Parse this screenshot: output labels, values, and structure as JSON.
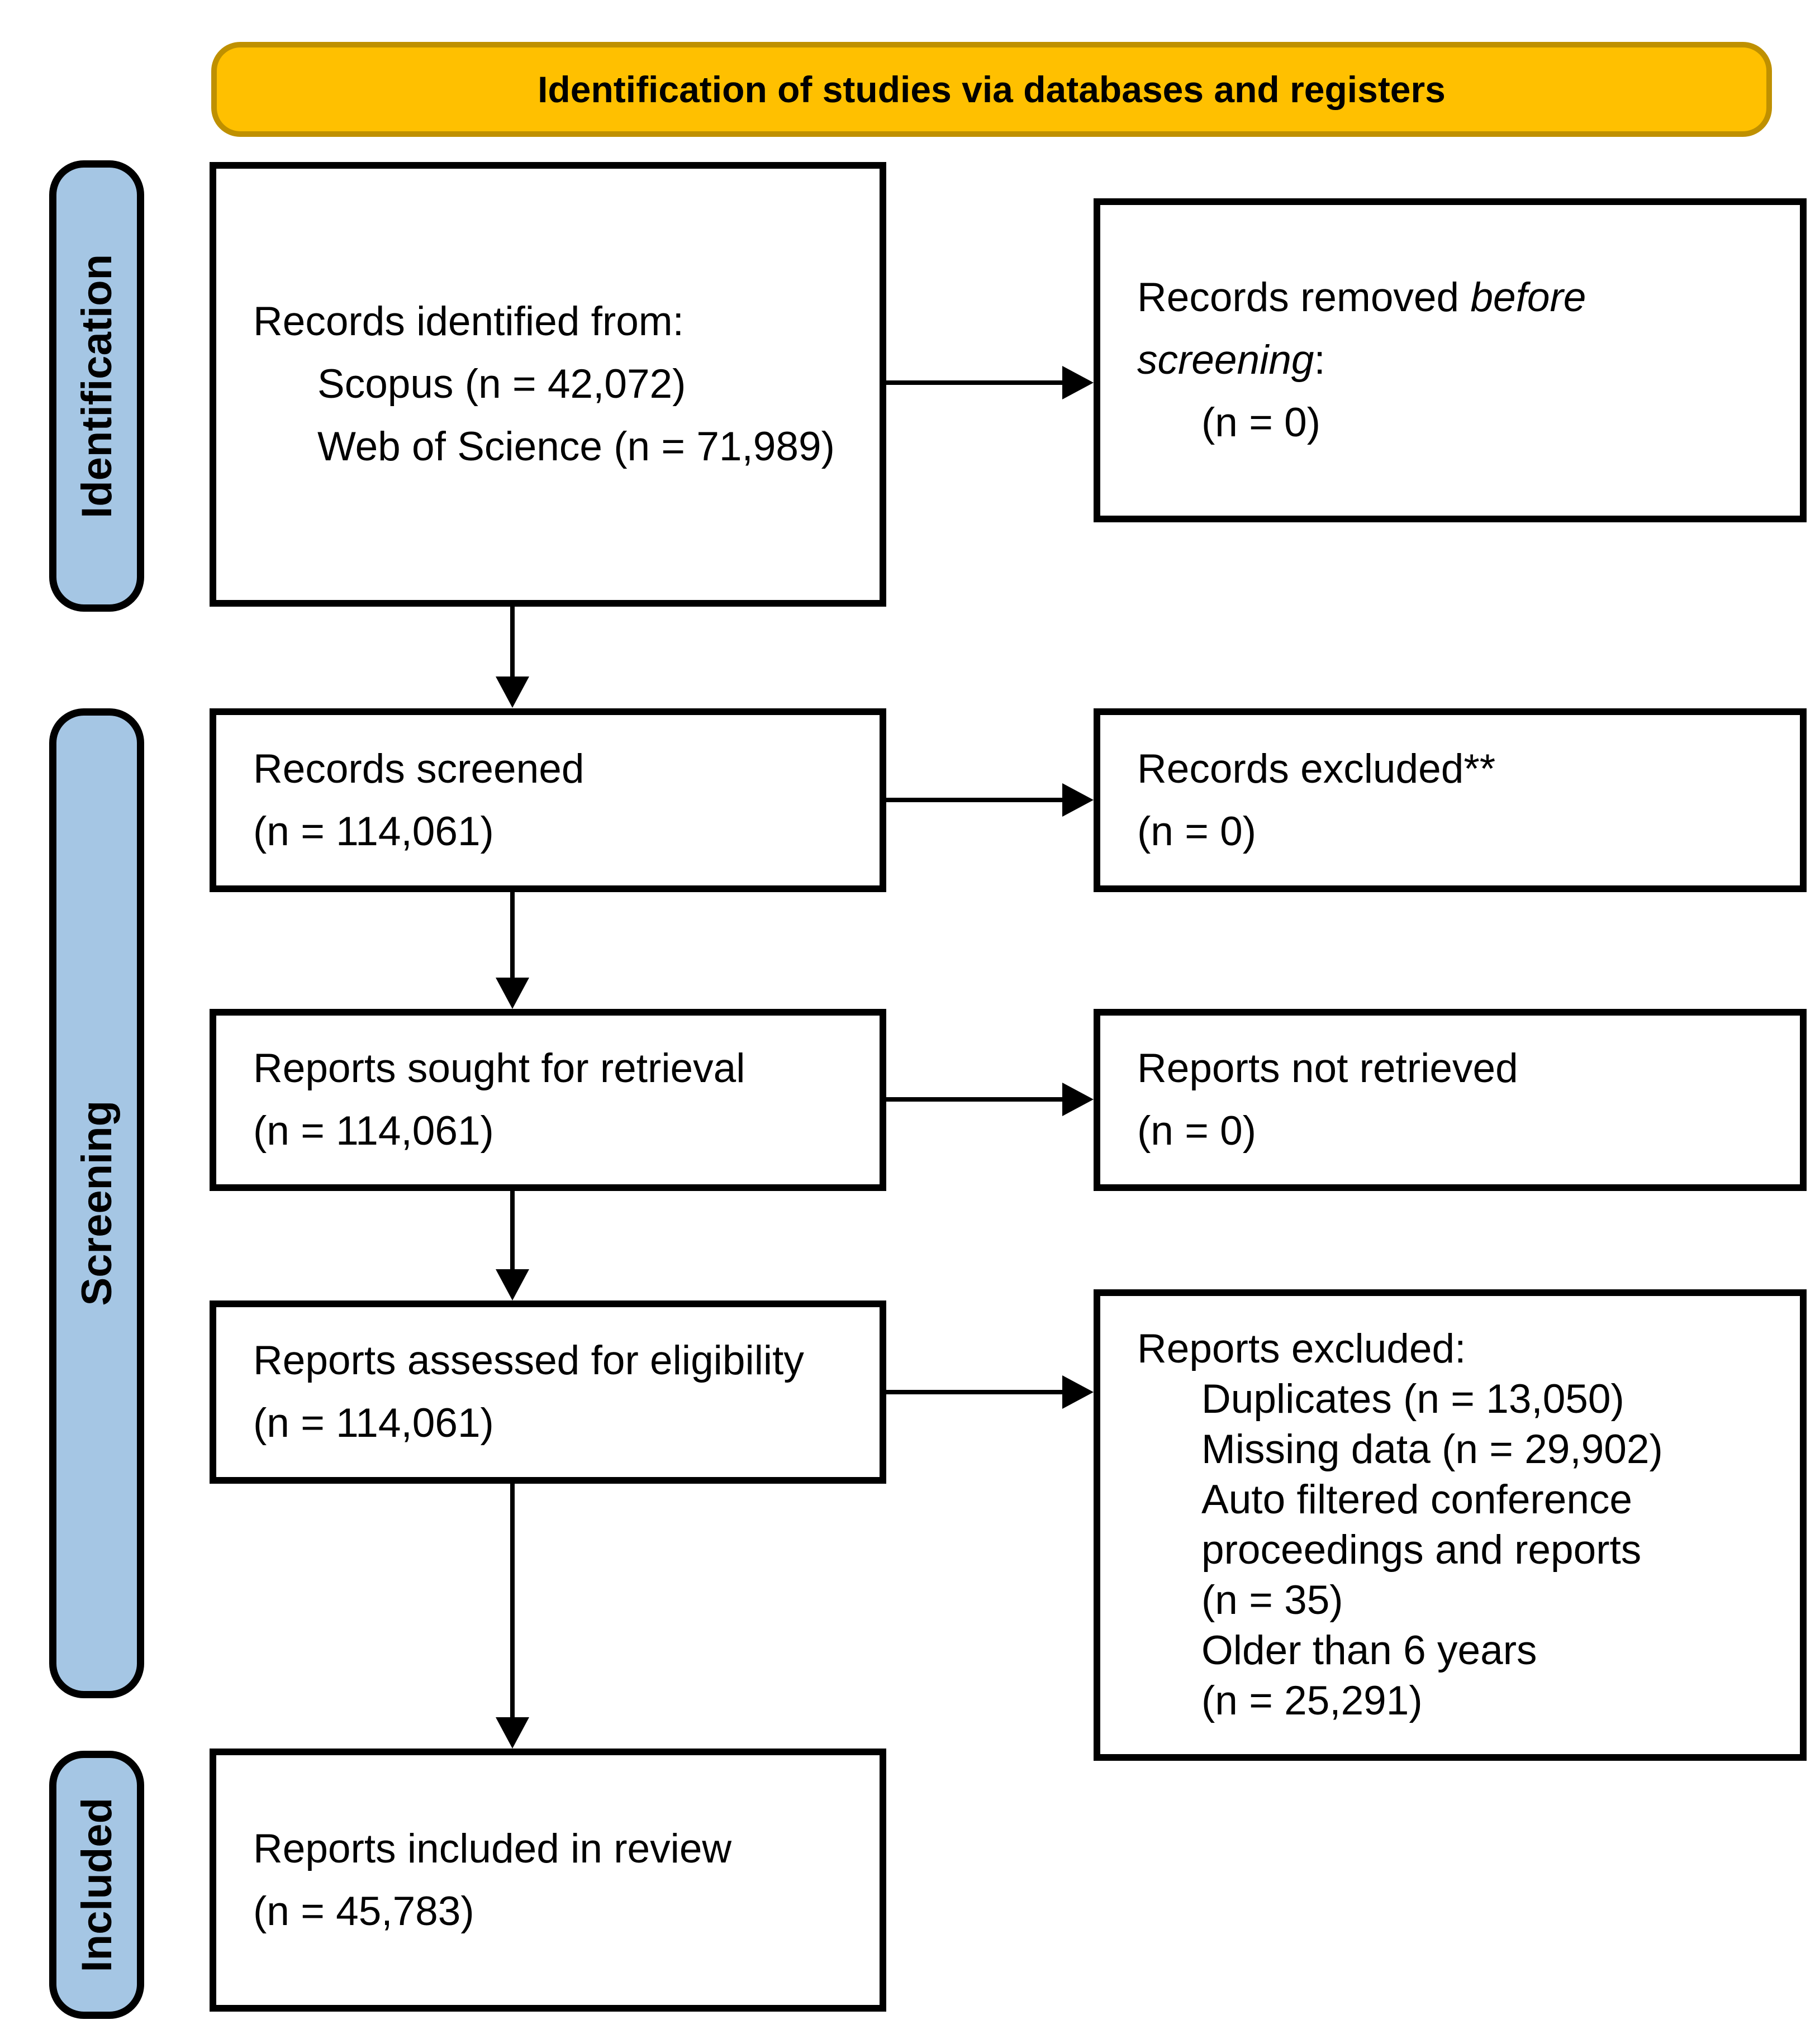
{
  "banner": {
    "title": "Identification of studies via databases and registers"
  },
  "colors": {
    "banner_fill": "#FFC000",
    "banner_border": "#BF9000",
    "stage_fill": "#A5C6E4",
    "box_border": "#000000"
  },
  "stages": [
    {
      "label": "Identification"
    },
    {
      "label": "Screening"
    },
    {
      "label": "Included"
    }
  ],
  "boxes": {
    "identified": {
      "lines": [
        {
          "runs": [
            {
              "text": "Records identified from:"
            }
          ]
        },
        {
          "runs": [
            {
              "text": "Scopus (n = 42,072)"
            }
          ],
          "indent": true
        },
        {
          "runs": [
            {
              "text": "Web of Science (n = 71,989)"
            }
          ],
          "indent": true
        }
      ]
    },
    "removed": {
      "lines": [
        {
          "runs": [
            {
              "text": "Records removed "
            },
            {
              "text": "before",
              "italic": true
            }
          ]
        },
        {
          "runs": [
            {
              "text": "screening",
              "italic": true
            },
            {
              "text": ":"
            }
          ]
        },
        {
          "runs": [
            {
              "text": "(n = 0)"
            }
          ],
          "indent": true
        }
      ]
    },
    "screened": {
      "lines": [
        {
          "runs": [
            {
              "text": "Records screened"
            }
          ]
        },
        {
          "runs": [
            {
              "text": "(n = 114,061)"
            }
          ]
        }
      ]
    },
    "excluded": {
      "lines": [
        {
          "runs": [
            {
              "text": "Records excluded**"
            }
          ]
        },
        {
          "runs": [
            {
              "text": "(n = 0)"
            }
          ]
        }
      ]
    },
    "sought": {
      "lines": [
        {
          "runs": [
            {
              "text": "Reports sought for retrieval"
            }
          ]
        },
        {
          "runs": [
            {
              "text": "(n = 114,061)"
            }
          ]
        }
      ]
    },
    "not_retrieved": {
      "lines": [
        {
          "runs": [
            {
              "text": "Reports not retrieved"
            }
          ]
        },
        {
          "runs": [
            {
              "text": "(n = 0)"
            }
          ]
        }
      ]
    },
    "assessed": {
      "lines": [
        {
          "runs": [
            {
              "text": "Reports assessed for eligibility"
            }
          ]
        },
        {
          "runs": [
            {
              "text": "(n = 114,061)"
            }
          ]
        }
      ]
    },
    "reports_excluded": {
      "lines": [
        {
          "runs": [
            {
              "text": "Reports excluded:"
            }
          ]
        },
        {
          "runs": [
            {
              "text": "Duplicates (n = 13,050)"
            }
          ],
          "indent": true
        },
        {
          "runs": [
            {
              "text": "Missing data (n = 29,902)"
            }
          ],
          "indent": true
        },
        {
          "runs": [
            {
              "text": "Auto filtered conference"
            }
          ],
          "indent": true
        },
        {
          "runs": [
            {
              "text": "proceedings and reports"
            }
          ],
          "indent": true
        },
        {
          "runs": [
            {
              "text": "(n = 35)"
            }
          ],
          "indent": true
        },
        {
          "runs": [
            {
              "text": "Older than 6 years"
            }
          ],
          "indent": true
        },
        {
          "runs": [
            {
              "text": "(n = 25,291)"
            }
          ],
          "indent": true
        }
      ]
    },
    "included_review": {
      "lines": [
        {
          "runs": [
            {
              "text": "Reports included in review"
            }
          ]
        },
        {
          "runs": [
            {
              "text": "(n = 45,783)"
            }
          ]
        }
      ]
    }
  }
}
